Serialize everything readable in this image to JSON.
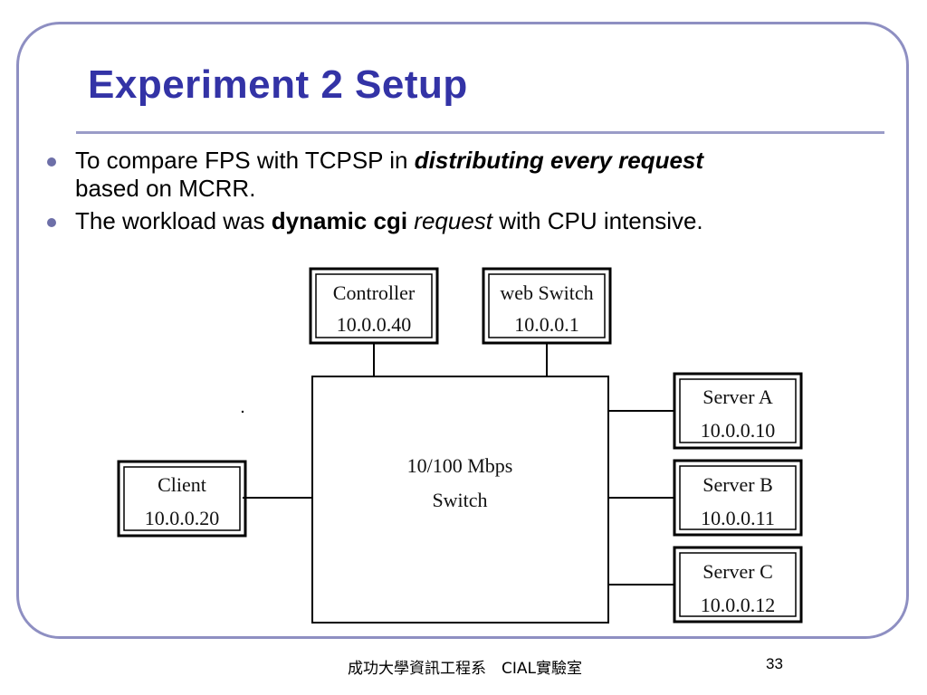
{
  "slide": {
    "title": "Experiment 2 Setup",
    "bullets": [
      {
        "plain1": "To compare FPS with TCPSP in ",
        "bold_italic": "distributing every request",
        "plain2": "based on MCRR."
      },
      {
        "plain1": "The workload was ",
        "bold": "dynamic cgi",
        "italic": "request",
        "plain2": " with CPU intensive."
      }
    ]
  },
  "diagram": {
    "controller": {
      "name": "Controller",
      "ip": "10.0.0.40"
    },
    "web_switch": {
      "name": "web Switch",
      "ip": "10.0.0.1"
    },
    "switch": {
      "line1": "10/100 Mbps",
      "line2": "Switch"
    },
    "client": {
      "name": "Client",
      "ip": "10.0.0.20"
    },
    "server_a": {
      "name": "Server A",
      "ip": "10.0.0.10"
    },
    "server_b": {
      "name": "Server B",
      "ip": "10.0.0.11"
    },
    "server_c": {
      "name": "Server C",
      "ip": "10.0.0.12"
    }
  },
  "footer": {
    "text": "成功大學資訊工程系　CIAL實驗室",
    "page": "33"
  },
  "colors": {
    "title": "#3333a6",
    "frame": "#8e8fc2",
    "bullet": "#6d6fa8"
  }
}
